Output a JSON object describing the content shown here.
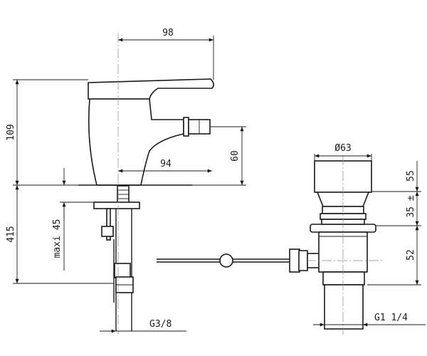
{
  "dimensions": {
    "spout_width": "98",
    "height_top": "109",
    "inlet_reach": "94",
    "inlet_height": "60",
    "below_deck": "415",
    "max_deck": "maxi 45",
    "supply_thread": "G3/8",
    "cap_diameter": "Ø63",
    "cap_height": "55",
    "mid_height": "35 ±",
    "body_height": "52",
    "waste_thread": "G1 1/4"
  },
  "colors": {
    "line": "#1a1a1a",
    "background": "#ffffff"
  }
}
